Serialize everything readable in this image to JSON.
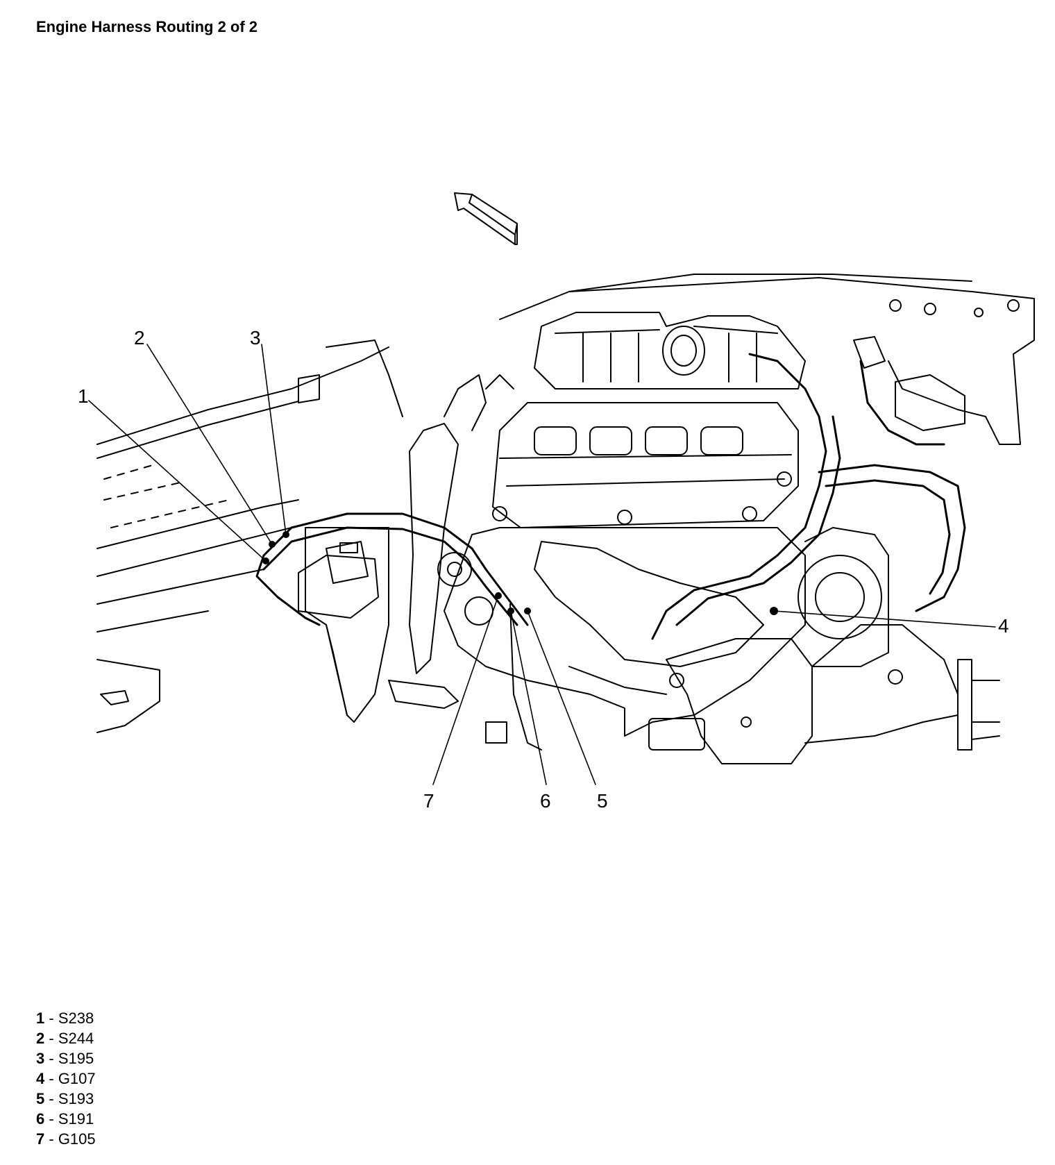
{
  "title": "Engine Harness Routing 2 of 2",
  "callouts": [
    {
      "num": "1"
    },
    {
      "num": "2"
    },
    {
      "num": "3"
    },
    {
      "num": "4"
    },
    {
      "num": "5"
    },
    {
      "num": "6"
    },
    {
      "num": "7"
    }
  ],
  "legend": [
    {
      "num": "1",
      "sep": " - ",
      "label": "S238"
    },
    {
      "num": "2",
      "sep": " - ",
      "label": "S244"
    },
    {
      "num": "3",
      "sep": " - ",
      "label": "S195"
    },
    {
      "num": "4",
      "sep": " - ",
      "label": "G107"
    },
    {
      "num": "5",
      "sep": " - ",
      "label": "S193"
    },
    {
      "num": "6",
      "sep": " - ",
      "label": "S191"
    },
    {
      "num": "7",
      "sep": " - ",
      "label": "G105"
    }
  ]
}
